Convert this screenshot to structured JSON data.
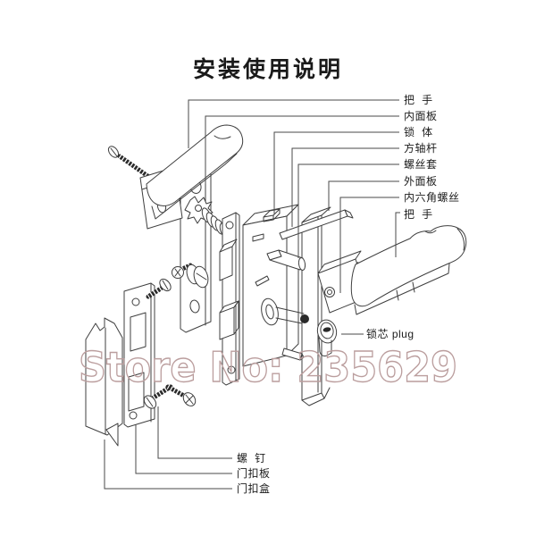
{
  "title": "安装使用说明",
  "watermark": {
    "text": "Store No: 235629",
    "color": "#bb9e9e"
  },
  "colors": {
    "background": "#ffffff",
    "line": "#3f3f3f",
    "label_text": "#1c1c1c"
  },
  "labels": {
    "right": [
      {
        "id": "handle-inner",
        "text": "把  手"
      },
      {
        "id": "inner-plate",
        "text": "内面板"
      },
      {
        "id": "lock-body",
        "text": "锁  体"
      },
      {
        "id": "spindle-rod",
        "text": "方轴杆"
      },
      {
        "id": "screw-sleeve",
        "text": "螺丝套"
      },
      {
        "id": "outer-plate",
        "text": "外面板"
      },
      {
        "id": "hex-socket-screw",
        "text": "内六角螺丝"
      },
      {
        "id": "handle-outer",
        "text": "把  手"
      },
      {
        "id": "cylinder-plug",
        "text": "锁芯 plug"
      }
    ],
    "bottom": [
      {
        "id": "screw",
        "text": "螺  钉"
      },
      {
        "id": "strike-plate",
        "text": "门扣板"
      },
      {
        "id": "strike-box",
        "text": "门扣盒"
      }
    ]
  },
  "diagram": {
    "type": "exploded-view",
    "parts": [
      "mounting-screw",
      "lever-handle-left",
      "inner-plate",
      "spring-spindle",
      "thumbturn",
      "lock-faceplate",
      "lock-case",
      "spindle-rod",
      "screw-sleeves",
      "outer-plate",
      "lever-handle-right",
      "cylinder-plug",
      "strike-box",
      "strike-plate",
      "strike-screws"
    ]
  }
}
